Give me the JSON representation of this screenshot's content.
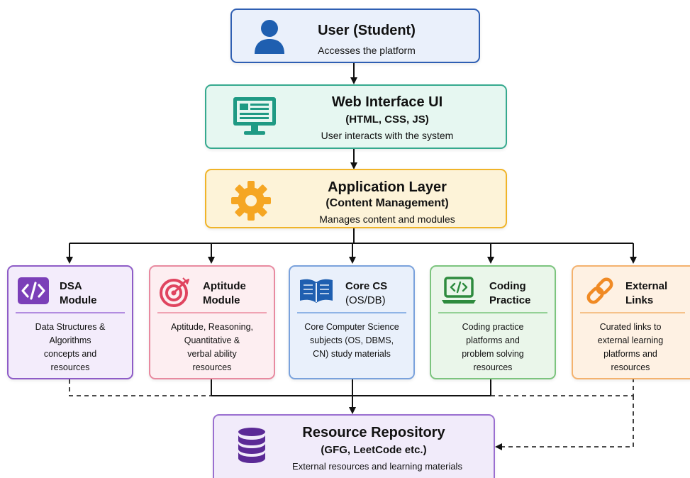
{
  "user": {
    "title": "User (Student)",
    "subtitle": "Accesses the platform",
    "icon": "user-icon"
  },
  "web": {
    "title": "Web Interface UI",
    "tech": "(HTML, CSS, JS)",
    "subtitle": "User interacts with the system",
    "icon": "monitor-icon"
  },
  "app": {
    "title": "Application Layer",
    "title2": "(Content Management)",
    "subtitle": "Manages content and modules",
    "icon": "gear-icon"
  },
  "modules": [
    {
      "title1": "DSA",
      "title2": "Module",
      "desc": [
        "Data Structures &",
        "Algorithms",
        "concepts and",
        "resources"
      ],
      "icon": "code-icon",
      "color": "#7b3fb8"
    },
    {
      "title1": "Aptitude",
      "title2": "Module",
      "desc": [
        "Aptitude, Reasoning,",
        "Quantitative &",
        "verbal ability",
        "resources"
      ],
      "icon": "target-icon",
      "color": "#e0445f"
    },
    {
      "title1": "Core CS",
      "title2": "(OS/DB)",
      "desc": [
        "Core Computer Science",
        "subjects (OS, DBMS,",
        "CN) study materials"
      ],
      "icon": "book-icon",
      "color": "#1f5fb0"
    },
    {
      "title1": "Coding",
      "title2": "Practice",
      "desc": [
        "Coding practice",
        "platforms and",
        "problem solving",
        "resources"
      ],
      "icon": "laptop-code-icon",
      "color": "#2e8b3e"
    },
    {
      "title1": "External",
      "title2": "Links",
      "desc": [
        "Curated links to",
        "external learning",
        "platforms and",
        "resources"
      ],
      "icon": "link-icon",
      "color": "#f08a24"
    }
  ],
  "repo": {
    "title": "Resource Repository",
    "title2": "(GFG, LeetCode etc.)",
    "subtitle": "External resources and learning materials",
    "icon": "database-icon"
  }
}
